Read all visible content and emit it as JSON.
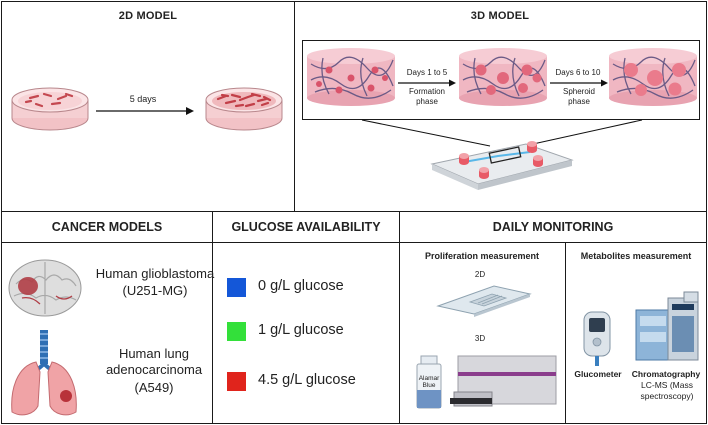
{
  "top": {
    "model_2d": {
      "title": "2D MODEL",
      "arrow_label": "5 days"
    },
    "model_3d": {
      "title": "3D MODEL",
      "step1_days": "Days 1 to 5",
      "step1_phase": "Formation\nphase",
      "step2_days": "Days 6 to 10",
      "step2_phase": "Spheroid\nphase"
    }
  },
  "cancer_models": {
    "title": "CANCER MODELS",
    "items": [
      {
        "name": "Human glioblastoma",
        "code": "(U251-MG)",
        "icon": "brain-icon"
      },
      {
        "name": "Human lung\nadenocarcinoma",
        "code": "(A549)",
        "icon": "lungs-icon"
      }
    ]
  },
  "glucose": {
    "title": "GLUCOSE AVAILABILITY",
    "levels": [
      {
        "label": "0 g/L glucose",
        "color": "#1457d8"
      },
      {
        "label": "1 g/L glucose",
        "color": "#33e03a"
      },
      {
        "label": "4.5 g/L glucose",
        "color": "#e0241c"
      }
    ]
  },
  "monitoring": {
    "title": "DAILY MONITORING",
    "proliferation": {
      "title": "Proliferation measurement",
      "label_2d": "2D",
      "label_3d": "3D",
      "bottle_label": "Alamar\nBlue"
    },
    "metabolites": {
      "title": "Metabolites measurement",
      "glucometer": "Glucometer",
      "chromatography": "Chromatography",
      "lcms": "LC-MS (Mass\nspectroscopy)"
    }
  }
}
